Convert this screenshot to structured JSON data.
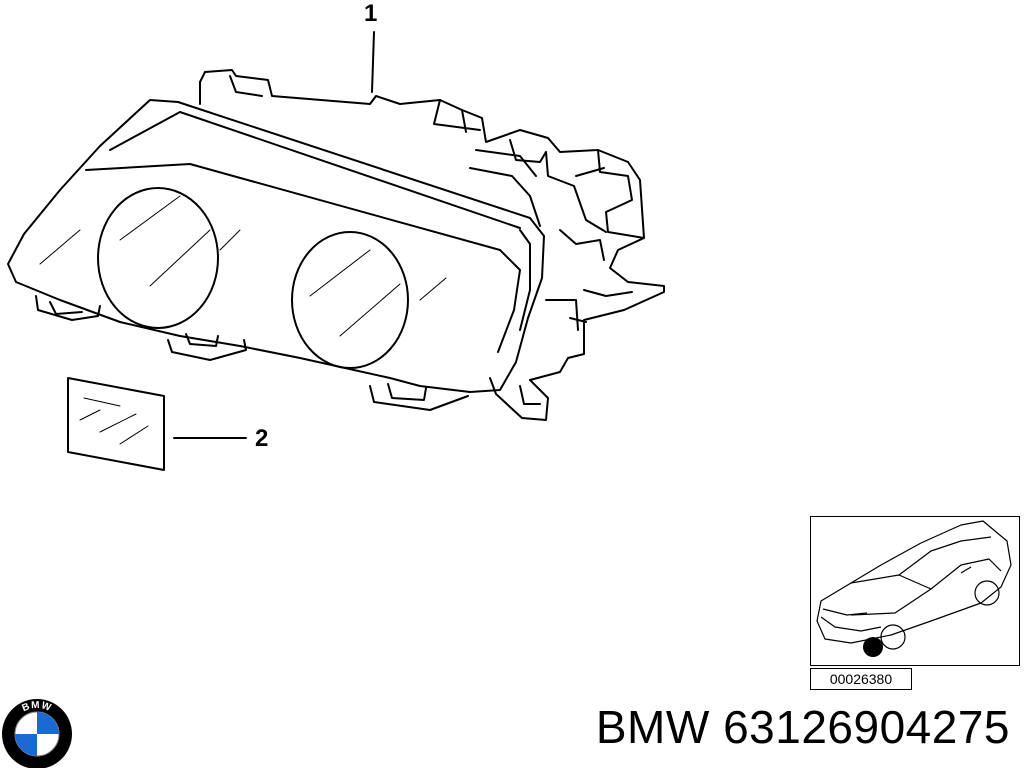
{
  "callouts": {
    "part_1": "1",
    "part_2": "2"
  },
  "inset": {
    "reference_code": "00026380"
  },
  "logo": {
    "letters": "BMW"
  },
  "caption": {
    "brand": "BMW",
    "part_number": "63126904275"
  },
  "colors": {
    "line": "#000000",
    "logo_blue": "#1c69d4",
    "background": "#ffffff"
  }
}
